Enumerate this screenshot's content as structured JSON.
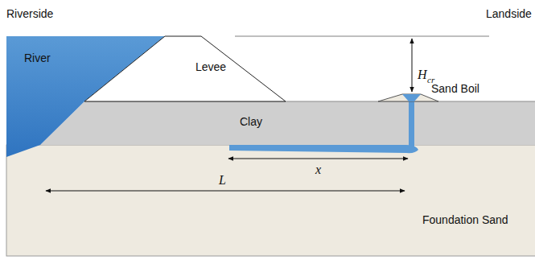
{
  "diagram": {
    "labels": [
      "Riverside",
      "Landside",
      "River",
      "Levee",
      "H",
      "cr",
      "Sand Boil",
      "Clay",
      "x",
      "L",
      "Foundation Sand"
    ]
  }
}
